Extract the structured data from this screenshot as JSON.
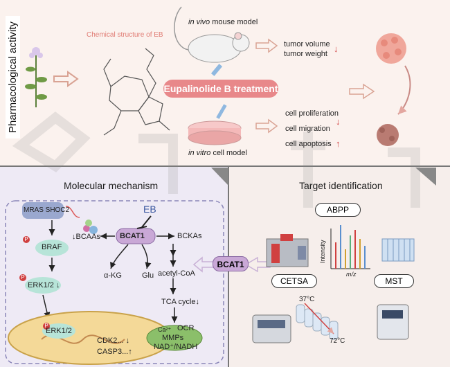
{
  "top": {
    "side_label": "Pharmacological activity",
    "chem_caption": "Chemical structure of EB",
    "invivo_italic": "in vivo",
    "invivo_rest": " mouse model",
    "treatment": "Eupalinolide B treatment",
    "tumor_volume": "tumor volume",
    "tumor_weight": "tumor weight",
    "invitro_italic": "in vitro",
    "invitro_rest": " cell model",
    "cell_prolif": "cell proliferation",
    "cell_migration": "cell migration",
    "cell_apoptosis": "cell apoptosis",
    "down_arrow": "↓",
    "up_arrow": "↑"
  },
  "mechanism": {
    "title": "Molecular mechanism",
    "eb": "EB",
    "mras_shoc2": "MRAS SHOC2",
    "p": "P",
    "braf": "BRAF",
    "erk": "ERK1/2",
    "erk_down": "ERK1/2 ↓",
    "bcaas": "↓BCAAs",
    "bcat1": "BCAT1",
    "bckas": "BCKAs",
    "akg": "α-KG",
    "glu": "Glu",
    "acetyl": "acetyl-CoA",
    "tca": "TCA cycle↓",
    "ca": "Ca²⁺",
    "ocr": "OCR",
    "mmps": "MMPs",
    "nad": "NAD⁺/NADH",
    "cdk2": "CDK2... ↓",
    "casp3": "CASP3...↑"
  },
  "target": {
    "title": "Target identification",
    "abpp": "ABPP",
    "cetsa": "CETSA",
    "mst": "MST",
    "bcat1": "BCAT1",
    "intensity": "Intensity",
    "mz": "m/z",
    "t37": "37°C",
    "t72": "72°C"
  },
  "colors": {
    "treatment_pill": "#e8888a",
    "bcat1_pill": "#c9a8d6",
    "arrow_open": "#d9a394",
    "watermark": "#c8c8c8"
  }
}
